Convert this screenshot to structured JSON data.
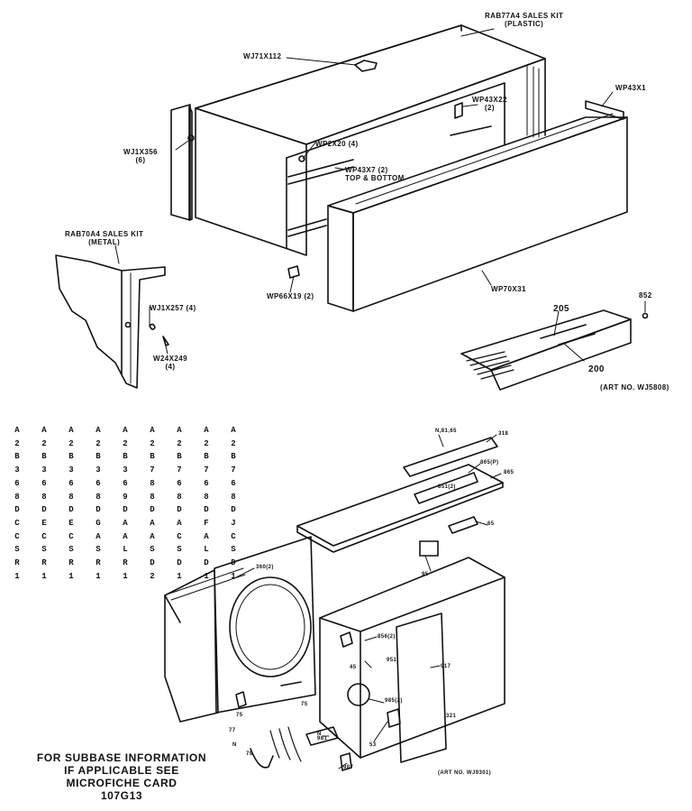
{
  "labels": {
    "sales_kit_plastic": [
      "RAB77A4 SALES KIT",
      "(PLASTIC)"
    ],
    "wj71x112": "WJ71X112",
    "wp43x1": "WP43X1",
    "wp43x22": [
      "WP43X22",
      "(2)"
    ],
    "wj1x356": [
      "WJ1X356",
      "(6)"
    ],
    "wp2x20": "WP2X20 (4)",
    "wp43x7": [
      "WP43X7 (2)",
      "TOP & BOTTOM"
    ],
    "sales_kit_metal": [
      "RAB70A4 SALES KIT",
      "(METAL)"
    ],
    "wj1x257": "WJ1X257 (4)",
    "wp66x19": "WP66X19 (2)",
    "wp70x31": "WP70X31",
    "w24x249": [
      "W24X249",
      "(4)"
    ],
    "n205": "205",
    "n200": "200",
    "n852": "852",
    "art_top": "(ART NO. WJ5808)",
    "art_bottom": "(ART NO. WJ9301)",
    "callouts_lower": [
      "N,81,65",
      "318",
      "865(P)",
      "865",
      "851(2)",
      "65",
      "95",
      "360(2)",
      "856(2)",
      "45",
      "951",
      "917",
      "985(2)",
      "321",
      "53",
      "N",
      "77",
      "75",
      "75",
      "981",
      "N",
      "79",
      "987"
    ]
  },
  "model_columns": [
    [
      "A",
      "2",
      "B",
      "3",
      "6",
      "8",
      "D",
      "C",
      "C",
      "S",
      "R",
      "1"
    ],
    [
      "A",
      "2",
      "B",
      "3",
      "6",
      "8",
      "D",
      "E",
      "C",
      "S",
      "R",
      "1"
    ],
    [
      "A",
      "2",
      "B",
      "3",
      "6",
      "8",
      "D",
      "E",
      "C",
      "S",
      "R",
      "1"
    ],
    [
      "A",
      "2",
      "B",
      "3",
      "6",
      "8",
      "D",
      "G",
      "A",
      "S",
      "R",
      "1"
    ],
    [
      "A",
      "2",
      "B",
      "3",
      "6",
      "9",
      "D",
      "A",
      "A",
      "L",
      "R",
      "1"
    ],
    [
      "A",
      "2",
      "B",
      "7",
      "8",
      "8",
      "D",
      "A",
      "A",
      "S",
      "D",
      "2"
    ],
    [
      "A",
      "2",
      "B",
      "7",
      "6",
      "8",
      "D",
      "A",
      "C",
      "S",
      "D",
      "1"
    ],
    [
      "A",
      "2",
      "B",
      "7",
      "6",
      "8",
      "D",
      "F",
      "A",
      "L",
      "D",
      "1"
    ],
    [
      "A",
      "2",
      "B",
      "7",
      "6",
      "8",
      "D",
      "J",
      "C",
      "S",
      "D",
      "1"
    ]
  ],
  "footnote": [
    "FOR SUBBASE INFORMATION",
    "IF APPLICABLE SEE",
    "MICROFICHE CARD",
    "107G13"
  ]
}
